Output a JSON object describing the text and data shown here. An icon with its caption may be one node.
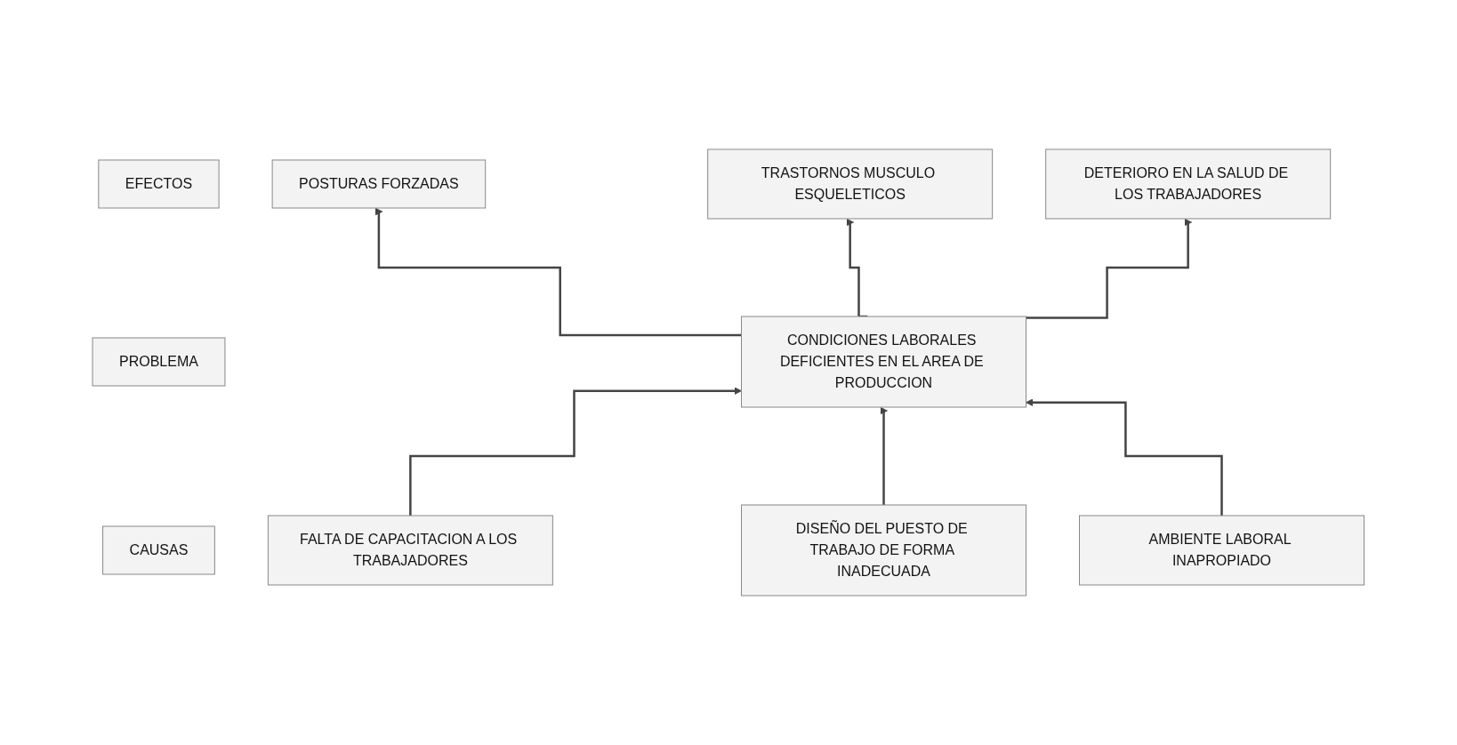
{
  "diagram": {
    "nodes": [
      {
        "text": [
          "EFECTOS"
        ]
      },
      {
        "text": [
          "POSTURAS FORZADAS"
        ]
      },
      {
        "text": [
          "TRASTORNOS MUSCULO ESQUELETICOS"
        ]
      },
      {
        "text": [
          "DETERIORO EN LA SALUD DE LOS TRABAJADORES"
        ]
      },
      {
        "text": [
          "PROBLEMA"
        ]
      },
      {
        "text": [
          "CONDICIONES LABORALES DEFICIENTES EN EL AREA DE PRODUCCION"
        ]
      },
      {
        "text": [
          "CAUSAS"
        ]
      },
      {
        "text": [
          "FALTA DE CAPACITACION A LOS TRABAJADORES"
        ]
      },
      {
        "text": [
          "DISEÑO DEL PUESTO DE TRABAJO DE FORMA INADECUADA"
        ]
      },
      {
        "text": [
          "AMBIENTE LABORAL INAPROPIADO"
        ]
      }
    ],
    "edges": [
      {
        "from": 5,
        "to": 1,
        "arrow": "to"
      },
      {
        "from": 5,
        "to": 2,
        "arrow": "to"
      },
      {
        "from": 5,
        "to": 3,
        "arrow": "to"
      },
      {
        "from": 7,
        "to": 5,
        "arrow": "to"
      },
      {
        "from": 8,
        "to": 5,
        "arrow": "to"
      },
      {
        "from": 9,
        "to": 5,
        "arrow": "to"
      }
    ]
  }
}
